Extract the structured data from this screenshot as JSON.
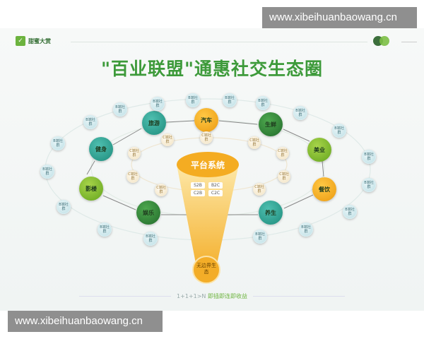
{
  "watermark_top": "www.xibeihuanbaowang.cn",
  "watermark_bottom": "www.xibeihuanbaowang.cn",
  "header": {
    "logo_text": "甜蜜大赏"
  },
  "title": "\"百业联盟\"通惠社交生态圈",
  "center": {
    "title": "平台系统",
    "models": [
      "S2B",
      "B2C",
      "C2B",
      "C2C"
    ],
    "bottom": "无边界生态"
  },
  "industries": [
    "旅游",
    "汽车",
    "生鲜",
    "美业",
    "餐饮",
    "养生",
    "娱乐",
    "影楼",
    "健身"
  ],
  "b_label": "B端社群",
  "c_label": "C端社群",
  "footer": {
    "formula": "1+1+1>N",
    "slogan": "即插即连即收益"
  },
  "colors": {
    "title_green": "#3d9a3a",
    "funnel_orange": "#f4b232"
  }
}
